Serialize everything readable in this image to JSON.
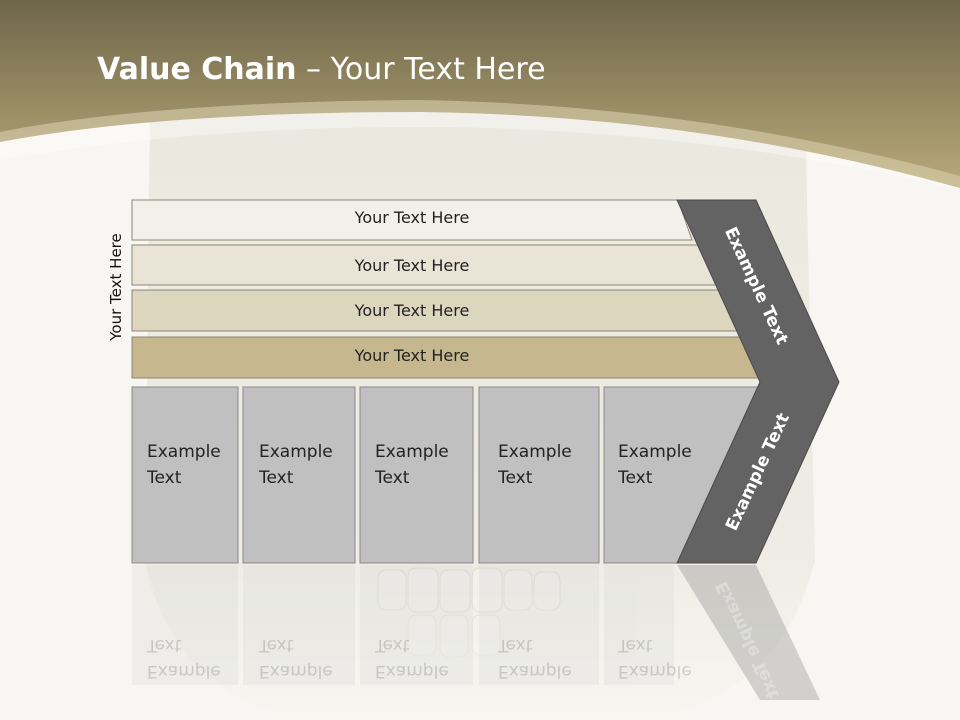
{
  "title": {
    "bold": "Value Chain",
    "rest": " – Your Text Here"
  },
  "side_label": "Your Text Here",
  "bands": [
    {
      "label": "Your Text Here"
    },
    {
      "label": "Your Text Here"
    },
    {
      "label": "Your Text Here"
    },
    {
      "label": "Your Text Here"
    }
  ],
  "columns": [
    {
      "line1": "Example",
      "line2": "Text"
    },
    {
      "line1": "Example",
      "line2": "Text"
    },
    {
      "line1": "Example",
      "line2": "Text"
    },
    {
      "line1": "Example",
      "line2": "Text"
    },
    {
      "line1": "Example",
      "line2": "Text"
    }
  ],
  "chevron": {
    "upper": "Example Text",
    "lower": "Example Text"
  },
  "colors": {
    "header_dark": "#6e6548",
    "header_light": "#b8a878",
    "band1": "#f2f0ea",
    "band2": "#e9e4d5",
    "band3": "#ddd6bf",
    "band4": "#c6b78f",
    "column": "#c0c0c0",
    "chevron": "#636363"
  }
}
